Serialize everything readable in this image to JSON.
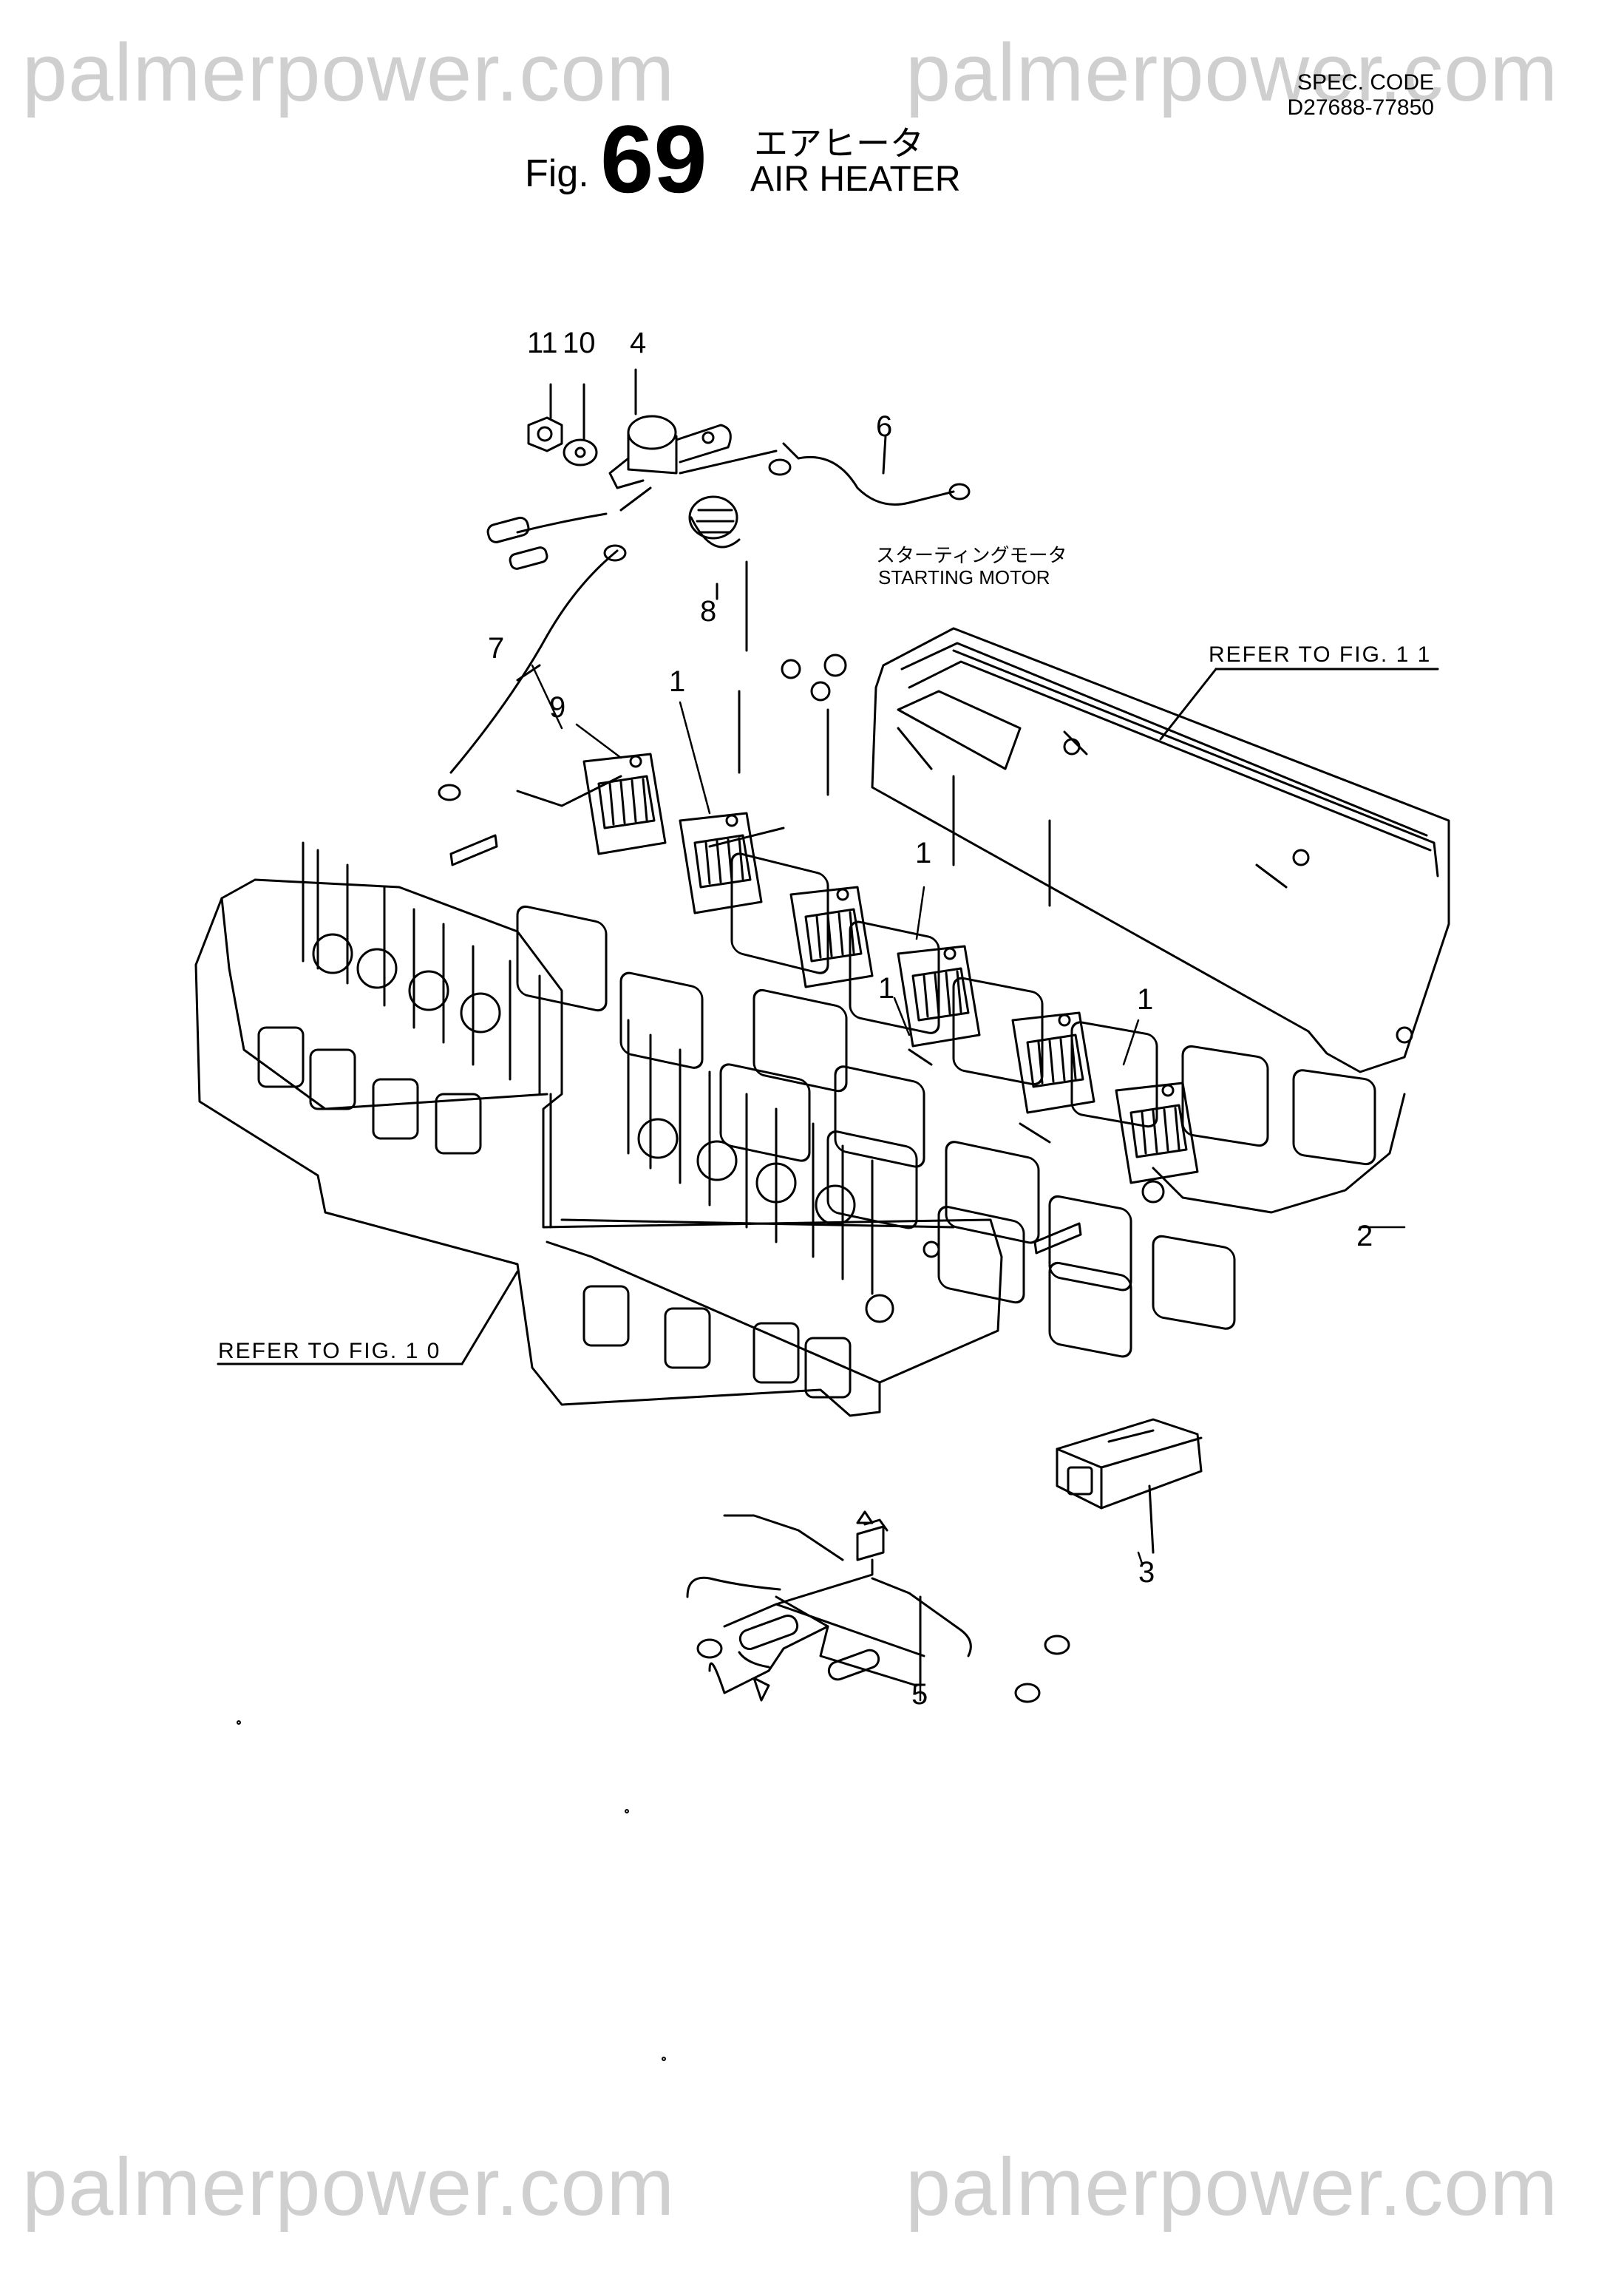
{
  "watermark": "palmerpower.com",
  "spec": {
    "label": "SPEC. CODE",
    "code": "D27688-77850"
  },
  "figure": {
    "prefix": "Fig.",
    "number": "69",
    "title_jp": "エアヒータ",
    "title_en": "AIR HEATER"
  },
  "callouts": {
    "p1": "1",
    "p2": "2",
    "p3": "3",
    "p4": "4",
    "p5": "5",
    "p6": "6",
    "p7": "7",
    "p8": "8",
    "p9": "9",
    "p10": "10",
    "p11": "11"
  },
  "notes": {
    "starting_motor_jp": "スターティングモータ",
    "starting_motor_en": "STARTING MOTOR",
    "refer_fig11": "REFER TO FIG. 1 1",
    "refer_fig10": "REFER TO FIG. 1 0"
  }
}
